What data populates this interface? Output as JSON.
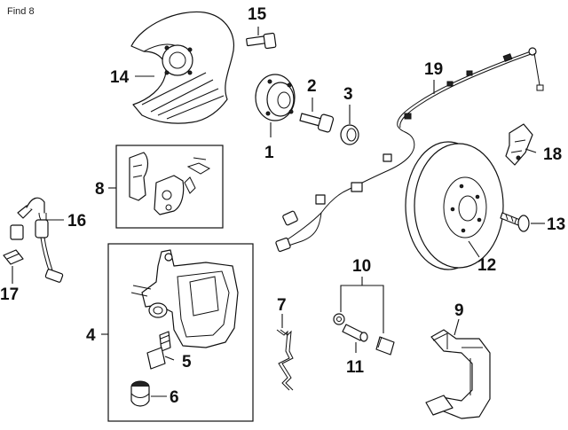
{
  "header": {
    "find_label": "Find 8"
  },
  "callouts": [
    {
      "id": "1",
      "label": "1"
    },
    {
      "id": "2",
      "label": "2"
    },
    {
      "id": "3",
      "label": "3"
    },
    {
      "id": "4",
      "label": "4"
    },
    {
      "id": "5",
      "label": "5"
    },
    {
      "id": "6",
      "label": "6"
    },
    {
      "id": "7",
      "label": "7"
    },
    {
      "id": "8",
      "label": "8"
    },
    {
      "id": "9",
      "label": "9"
    },
    {
      "id": "10",
      "label": "10"
    },
    {
      "id": "11",
      "label": "11"
    },
    {
      "id": "12",
      "label": "12"
    },
    {
      "id": "13",
      "label": "13"
    },
    {
      "id": "14",
      "label": "14"
    },
    {
      "id": "15",
      "label": "15"
    },
    {
      "id": "16",
      "label": "16"
    },
    {
      "id": "17",
      "label": "17"
    },
    {
      "id": "18",
      "label": "18"
    },
    {
      "id": "19",
      "label": "19"
    }
  ],
  "parts": {
    "backing_plate": "backing-plate",
    "hub": "hub-bearing",
    "hub_bolt": "hub-bolt",
    "seal_cap": "seal-cap",
    "caliper": "caliper",
    "bleeder": "bleeder-screw",
    "bleeder_cap": "bleeder-cap",
    "clip": "anti-rattle-clip",
    "pads": "brake-pads",
    "bracket": "caliper-bracket",
    "guide_pins": "guide-pins",
    "guide_bolt": "guide-bolt",
    "rotor": "brake-rotor",
    "rotor_screw": "rotor-screw",
    "shield_bolt": "shield-bolt",
    "brake_hose": "brake-hose",
    "hose_clip": "hose-clip",
    "sensor": "abs-sensor",
    "sensor_wire": "sensor-wire"
  }
}
